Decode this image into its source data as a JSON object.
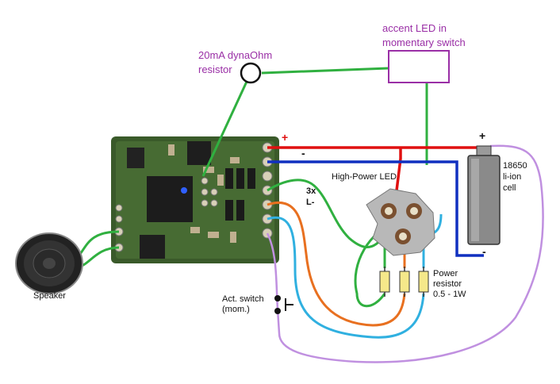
{
  "labels": {
    "resistor_line1": "20mA dynaOhm",
    "resistor_line2": "resistor",
    "accent_line1": "accent LED in",
    "accent_line2": "momentary switch",
    "high_power_led": "High-Power LED",
    "three_x": "3x",
    "l_minus": "L-",
    "cell_line1": "18650",
    "cell_line2": "li-ion",
    "cell_line3": "cell",
    "power_res_line1": "Power",
    "power_res_line2": "resistor",
    "power_res_line3": "0.5 - 1W",
    "switch_line1": "Act. switch",
    "switch_line2": "(mom.)",
    "speaker": "Speaker",
    "plus_top": "+",
    "minus_top": "-",
    "batt_plus": "+",
    "batt_minus": "-"
  },
  "colors": {
    "label_purple": "#9a2fa6",
    "wire_red": "#e01010",
    "wire_blue": "#1030c0",
    "wire_green": "#30b040",
    "wire_orange": "#e87020",
    "wire_cyan": "#30b0e0",
    "wire_lilac": "#c090e0",
    "resistor_yellow": "#f5e88a",
    "pcb_green": "#3a5a2a"
  }
}
